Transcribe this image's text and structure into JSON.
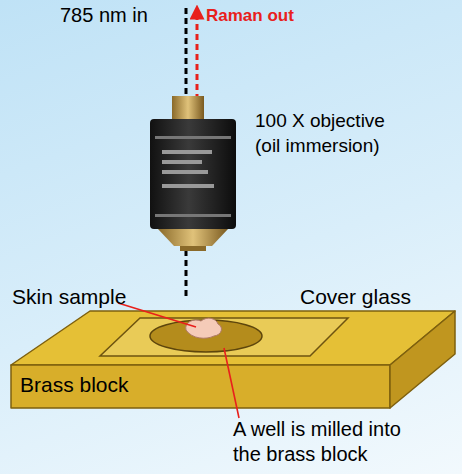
{
  "diagram": {
    "nodes": [
      {
        "text": [
          "Brass block"
        ]
      }
    ],
    "labels": [
      "785 nm in",
      "Raman out",
      "100 X objective (oil immersion)",
      "Skin sample",
      "Cover glass",
      "A well is milled into the brass block"
    ]
  }
}
